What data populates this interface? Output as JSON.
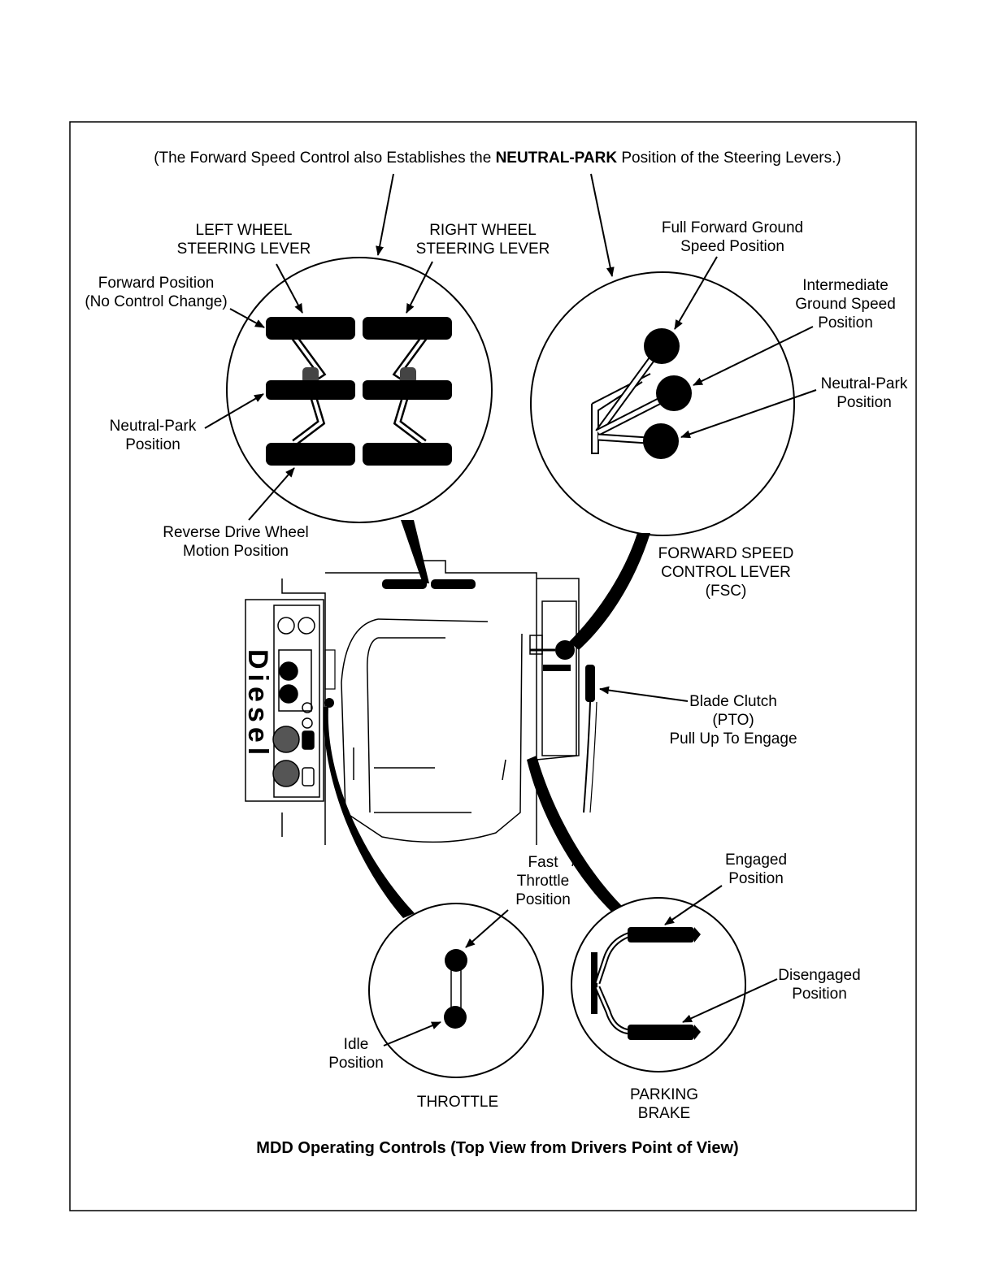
{
  "header_note": {
    "before": "(The Forward Speed Control also Establishes the ",
    "bold": "NEUTRAL-PARK",
    "after": " Position of the Steering Levers.)"
  },
  "steering": {
    "left_label_1": "LEFT WHEEL",
    "left_label_2": "STEERING LEVER",
    "right_label_1": "RIGHT WHEEL",
    "right_label_2": "STEERING LEVER",
    "forward_1": "Forward Position",
    "forward_2": "(No Control Change)",
    "neutral_1": "Neutral-Park",
    "neutral_2": "Position",
    "reverse_1": "Reverse Drive Wheel",
    "reverse_2": "Motion Position"
  },
  "fsc": {
    "full_1": "Full Forward Ground",
    "full_2": "Speed Position",
    "inter_1": "Intermediate",
    "inter_2": "Ground Speed",
    "inter_3": "Position",
    "neutral_1": "Neutral-Park",
    "neutral_2": "Position",
    "lever_1": "FORWARD SPEED",
    "lever_2": "CONTROL LEVER",
    "lever_3": "(FSC)"
  },
  "blade_clutch": {
    "line1": "Blade Clutch",
    "line2": "(PTO)",
    "line3": "Pull Up To Engage"
  },
  "throttle": {
    "fast_1": "Fast",
    "fast_2": "Throttle",
    "fast_3": "Position",
    "idle_1": "Idle",
    "idle_2": "Position",
    "title": "THROTTLE"
  },
  "parking_brake": {
    "engaged_1": "Engaged",
    "engaged_2": "Position",
    "disengaged_1": "Disengaged",
    "disengaged_2": "Position",
    "title_1": "PARKING",
    "title_2": "BRAKE"
  },
  "panel_logo": "Diesel",
  "caption": "MDD Operating Controls (Top View from Drivers Point of View)"
}
